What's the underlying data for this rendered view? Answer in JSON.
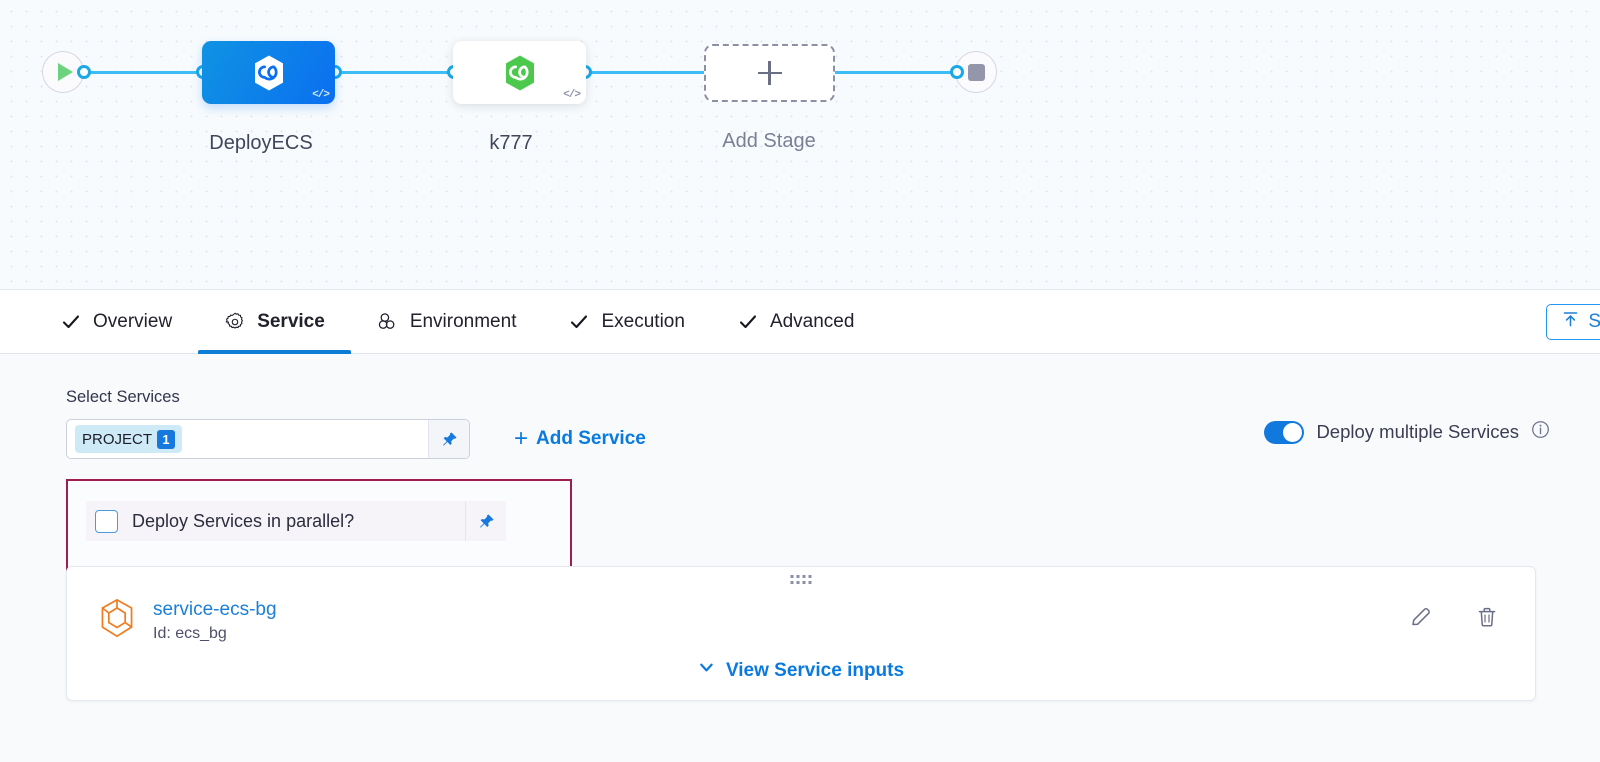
{
  "pipeline": {
    "start_node": "start-play",
    "end_node": "end-stop",
    "stages": [
      {
        "label": "DeployECS",
        "icon": "harness-hexagon-icon",
        "code_badge": "</>",
        "variant": "blue"
      },
      {
        "label": "k777",
        "icon": "harness-hexagon-icon",
        "code_badge": "</>",
        "variant": "white"
      }
    ],
    "add_stage": {
      "label": "Add Stage",
      "icon": "plus-icon"
    }
  },
  "tabs": [
    {
      "label": "Overview",
      "icon": "check-icon",
      "active": false
    },
    {
      "label": "Service",
      "icon": "gear-icon",
      "active": true
    },
    {
      "label": "Environment",
      "icon": "infrastructure-icon",
      "active": false
    },
    {
      "label": "Execution",
      "icon": "check-icon",
      "active": false
    },
    {
      "label": "Advanced",
      "icon": "check-icon",
      "active": false
    }
  ],
  "toolbar": {
    "save_label": "S",
    "save_icon": "save-to-template-icon"
  },
  "service_section": {
    "select_label": "Select Services",
    "chip": {
      "text": "PROJECT",
      "count": "1"
    },
    "pin_icon": "pin-icon",
    "add_service_label": "Add Service",
    "add_service_icon": "plus-icon",
    "toggle": {
      "label": "Deploy multiple Services",
      "state": "on",
      "info_icon": "info-icon"
    },
    "parallel": {
      "label": "Deploy Services in parallel?",
      "checked": false,
      "pin_icon": "pin-icon",
      "info_icon": "info-icon",
      "highlight_color": "#9e1e52"
    },
    "service_card": {
      "icon": "service-cube-icon",
      "name": "service-ecs-bg",
      "id_text": "Id: ecs_bg",
      "drag_handle": "drag-handle-icon",
      "edit_icon": "pencil-icon",
      "delete_icon": "trash-icon",
      "view_inputs_label": "View Service inputs",
      "view_inputs_icon": "chevron-down-icon"
    }
  },
  "colors": {
    "accent_blue": "#0a7ae0",
    "connector_blue": "#3dbdf5",
    "stage_blue": "#0b6ff0",
    "stage_green": "#4cc94c",
    "highlight_maroon": "#9e1e52",
    "service_orange": "#ef7d23"
  }
}
